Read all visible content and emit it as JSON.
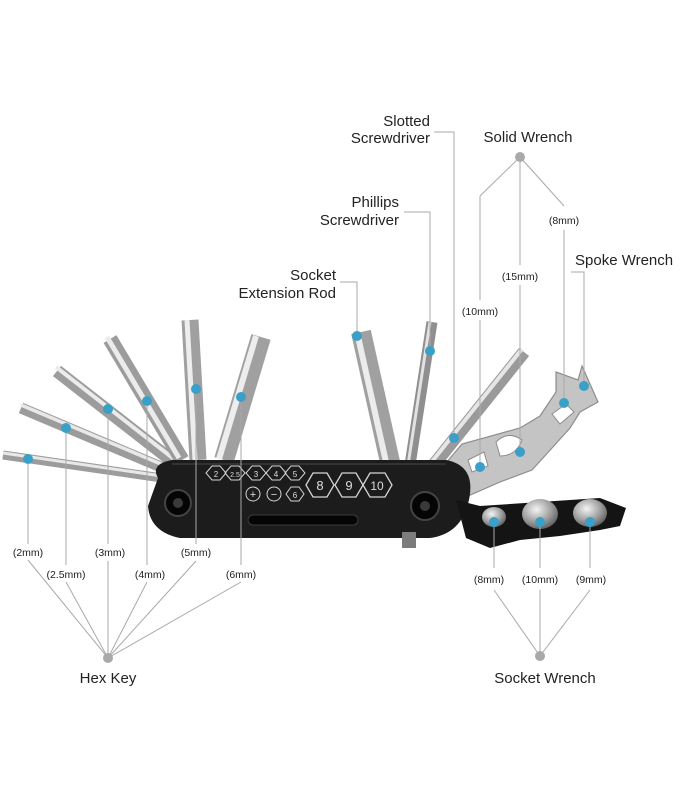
{
  "labels": {
    "hex_key": "Hex Key",
    "socket_wrench": "Socket Wrench",
    "slotted_line1": "Slotted",
    "slotted_line2": "Screwdriver",
    "phillips_line1": "Phillips",
    "phillips_line2": "Screwdriver",
    "extension_line1": "Socket",
    "extension_line2": "Extension Rod",
    "solid_wrench": "Solid Wrench",
    "spoke_wrench": "Spoke Wrench"
  },
  "hex_sizes": [
    "(2mm)",
    "(2.5mm)",
    "(3mm)",
    "(4mm)",
    "(5mm)",
    "(6mm)"
  ],
  "socket_sizes": [
    "(8mm)",
    "(10mm)",
    "(9mm)"
  ],
  "solid_sizes": [
    "(8mm)",
    "(15mm)",
    "(10mm)"
  ],
  "engraving": {
    "small": [
      "2",
      "2.5",
      "3",
      "4",
      "5"
    ],
    "signs": [
      "+",
      "−",
      "6"
    ],
    "large": [
      "8",
      "9",
      "10"
    ]
  },
  "colors": {
    "marker": "#3aa0c8",
    "leader": "#a9a9a9",
    "tool_body": "#1c1c1c",
    "steel": "#c9c9c9"
  }
}
